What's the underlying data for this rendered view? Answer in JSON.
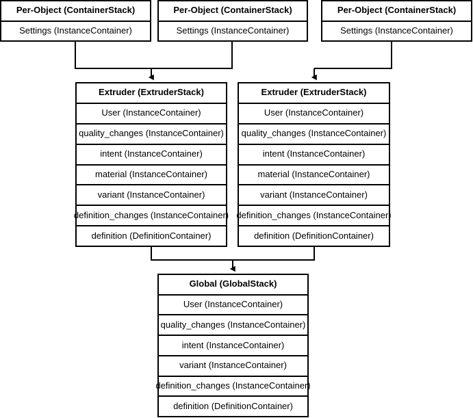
{
  "diagram": {
    "title": "Cura container stack hierarchy",
    "background_color": "#ffffff",
    "line_color": "#000000",
    "text_color": "#000000"
  },
  "nodes": [
    {
      "id": "per-object-1",
      "header": "Per-Object (ContainerStack)",
      "rows": [
        "Settings (InstanceContainer)"
      ]
    },
    {
      "id": "per-object-2",
      "header": "Per-Object (ContainerStack)",
      "rows": [
        "Settings (InstanceContainer)"
      ]
    },
    {
      "id": "per-object-3",
      "header": "Per-Object (ContainerStack)",
      "rows": [
        "Settings (InstanceContainer)"
      ]
    },
    {
      "id": "extruder-1",
      "header": "Extruder (ExtruderStack)",
      "rows": [
        "User (InstanceContainer)",
        "quality_changes (InstanceContainer)",
        "intent (InstanceContainer)",
        "material (InstanceContainer)",
        "variant (InstanceContainer)",
        "definition_changes (InstanceContainer)",
        "definition (DefinitionContainer)"
      ]
    },
    {
      "id": "extruder-2",
      "header": "Extruder (ExtruderStack)",
      "rows": [
        "User (InstanceContainer)",
        "quality_changes (InstanceContainer)",
        "intent (InstanceContainer)",
        "material (InstanceContainer)",
        "variant (InstanceContainer)",
        "definition_changes (InstanceContainer)",
        "definition (DefinitionContainer)"
      ]
    },
    {
      "id": "global",
      "header": "Global (GlobalStack)",
      "rows": [
        "User (InstanceContainer)",
        "quality_changes (InstanceContainer)",
        "intent (InstanceContainer)",
        "variant (InstanceContainer)",
        "definition_changes (InstanceContainer)",
        "definition (DefinitionContainer)"
      ]
    }
  ],
  "edges": [
    {
      "id": "edge-po1-to-ext1",
      "from": "per-object-1",
      "to": "extruder-1",
      "arrow": true
    },
    {
      "id": "edge-po2-to-ext1",
      "from": "per-object-2",
      "to": "extruder-1",
      "arrow": true
    },
    {
      "id": "edge-po3-to-ext2",
      "from": "per-object-3",
      "to": "extruder-2",
      "arrow": true
    },
    {
      "id": "edge-ext1-to-global",
      "from": "extruder-1",
      "to": "global",
      "arrow": true
    },
    {
      "id": "edge-ext2-to-global",
      "from": "extruder-2",
      "to": "global",
      "arrow": true
    }
  ]
}
